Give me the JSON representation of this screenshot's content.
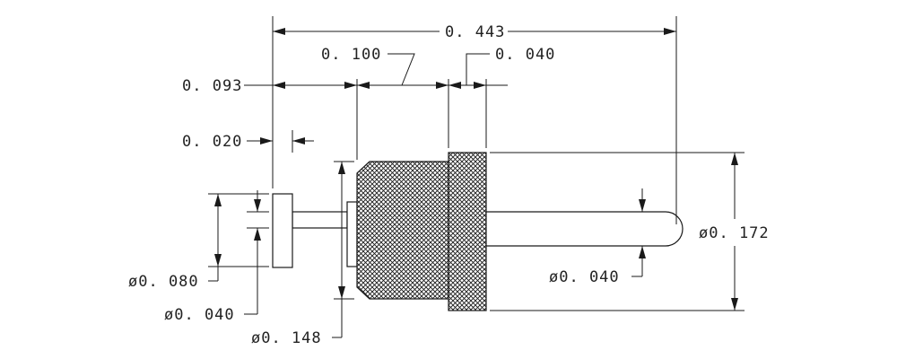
{
  "dimensions": {
    "overall_length": "0. 443",
    "knurl_length": "0. 100",
    "collar_length": "0. 040",
    "head_to_knurl": "0. 093",
    "head_thickness": "0. 020",
    "head_dia": "ø0. 080",
    "stem_dia": "ø0. 040",
    "knurl_dia": "ø0. 148",
    "collar_dia": "ø0. 172",
    "pin_dia": "ø0. 040"
  }
}
